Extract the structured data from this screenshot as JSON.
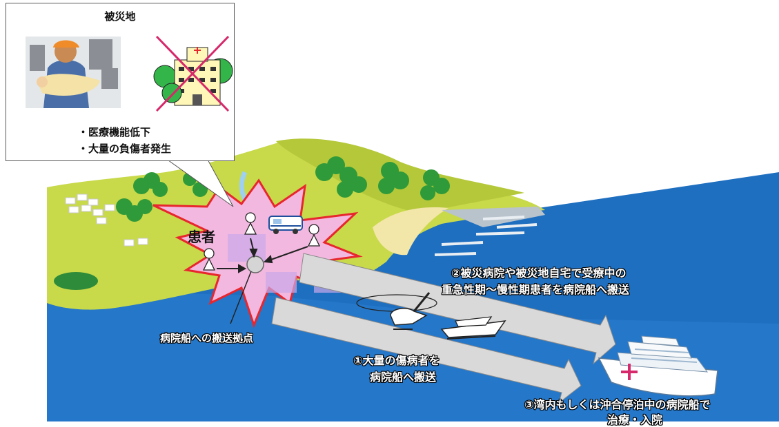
{
  "callout": {
    "title": "被災地",
    "bullets": [
      "・医療機能低下",
      "・大量の負傷者発生"
    ]
  },
  "labels": {
    "patients": "患者",
    "hub": "病院船への搬送拠点",
    "route1": [
      "①大量の傷病者を",
      "病院船へ搬送"
    ],
    "route2": [
      "②被災病院や被災地自宅で受療中の",
      "重急性期～慢性期患者を病院船へ搬送"
    ],
    "route3": [
      "③湾内もしくは沖合停泊中の病院船で",
      "治療・入院"
    ]
  },
  "colors": {
    "sea": "#1f6fc0",
    "land": "#c8d94a",
    "disaster_burst": "#f3b8e0",
    "burst_outline": "#e8262d",
    "arrow_fill": "#d9d9d9",
    "forest": "#2f9a3a"
  },
  "icons": [
    "rescuer-icon",
    "collapsed-hospital-icon",
    "patient-icon",
    "ambulance-icon",
    "helicopter-icon",
    "ferry-icon",
    "hospital-ship-icon"
  ]
}
